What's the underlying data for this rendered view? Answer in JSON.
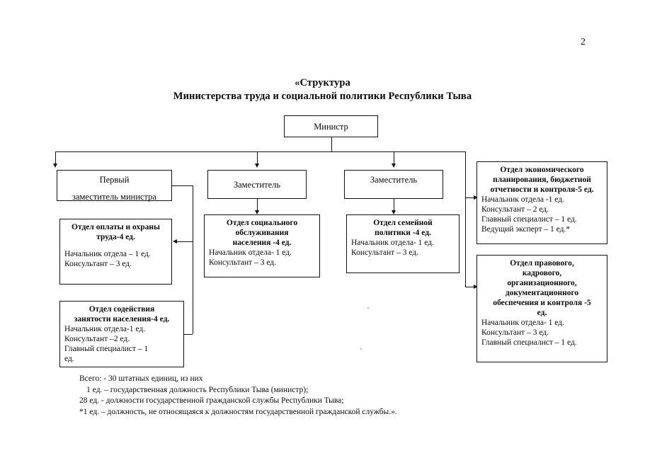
{
  "page": {
    "number": "2"
  },
  "title": {
    "line1": "«Структура",
    "line2": "Министерства труда и социальной политики Республики Тыва"
  },
  "chart_data": {
    "type": "diagram",
    "title": "«Структура Министерства труда и социальной политики Республики Тыва",
    "nodes": [
      {
        "id": "minister",
        "label": "Министр",
        "level": 0
      },
      {
        "id": "first-deputy",
        "label_line1": "Первый",
        "label_line2": "заместитель министра",
        "level": 1
      },
      {
        "id": "deputy-1",
        "label": "Заместитель",
        "level": 1
      },
      {
        "id": "deputy-2",
        "label": "Заместитель",
        "level": 1
      },
      {
        "id": "dept-labour-pay",
        "header_line1": "Отдел оплаты и охраны",
        "header_line2": "труда-4 ед.",
        "staff": [
          "Начальник отдела – 1 ед.",
          "Консультант – 3 ед."
        ],
        "total_units": 4,
        "level": 2
      },
      {
        "id": "dept-employment",
        "header_line1": "Отдел содействия",
        "header_line2": "занятости населения-4 ед.",
        "staff": [
          "Начальник отдела-1 ед.",
          "Консультант –2 ед.",
          "Главный специалист – 1",
          "ед."
        ],
        "total_units": 4,
        "level": 2
      },
      {
        "id": "dept-social-service",
        "header_line1": "Отдел социального",
        "header_line2": "обслуживания",
        "header_line3": "населения -4 ед.",
        "staff": [
          "Начальник отдела- 1 ед.",
          "Консультант – 3 ед."
        ],
        "total_units": 4,
        "level": 2
      },
      {
        "id": "dept-family-policy",
        "header_line1": "Отдел семейной",
        "header_line2": "политики -4 ед.",
        "staff": [
          "Начальник отдела- 1 ед.",
          "Консультант – 3 ед."
        ],
        "total_units": 4,
        "level": 2
      },
      {
        "id": "dept-economic-planning",
        "header_line1": "Отдел экономического",
        "header_line2": "планирования, бюджетной",
        "header_line3": "отчетности и контроля-5 ед.",
        "staff": [
          "Начальник отдела -1 ед.",
          "Консультант – 2 ед.",
          "Главный специалист – 1 ед.",
          "Ведущий эксперт – 1 ед.*"
        ],
        "total_units": 5,
        "level": 2
      },
      {
        "id": "dept-legal-hr",
        "header_line1": "Отдел правового,",
        "header_line2": "кадрового,",
        "header_line3": "организационного,",
        "header_line4": "документационного",
        "header_line5": "обеспечения и контроля -5",
        "header_line6": "ед.",
        "staff": [
          "Начальник отдела- 1 ед.",
          "Консультант – 3 ед.",
          "Главный специалист – 1 ед."
        ],
        "total_units": 5,
        "level": 2
      }
    ],
    "edges": [
      {
        "from": "minister",
        "to": "first-deputy"
      },
      {
        "from": "minister",
        "to": "deputy-1"
      },
      {
        "from": "minister",
        "to": "deputy-2"
      },
      {
        "from": "minister",
        "to": "dept-economic-planning"
      },
      {
        "from": "minister",
        "to": "dept-legal-hr"
      },
      {
        "from": "first-deputy",
        "to": "dept-labour-pay"
      },
      {
        "from": "first-deputy",
        "to": "dept-employment"
      },
      {
        "from": "deputy-1",
        "to": "dept-social-service"
      },
      {
        "from": "deputy-2",
        "to": "dept-family-policy"
      }
    ]
  },
  "boxes": {
    "minister": {
      "label": "Министр"
    },
    "first_deputy": {
      "line1": "Первый",
      "line2": "заместитель министра"
    },
    "deputy_1": {
      "label": "Заместитель"
    },
    "deputy_2": {
      "label": "Заместитель"
    },
    "labour_pay": {
      "h1": "Отдел оплаты и охраны",
      "h2": "труда-4 ед.",
      "s1": "Начальник отдела – 1 ед.",
      "s2": "Консультант – 3 ед."
    },
    "employment": {
      "h1": "Отдел содействия",
      "h2": "занятости населения-4 ед.",
      "s1": "Начальник отдела-1 ед.",
      "s2": "Консультант –2 ед.",
      "s3": "Главный специалист – 1",
      "s4": "ед."
    },
    "social_service": {
      "h1": "Отдел социального",
      "h2": "обслуживания",
      "h3": "населения -4 ед.",
      "s1": "Начальник отдела- 1 ед.",
      "s2": "Консультант – 3 ед."
    },
    "family_policy": {
      "h1": "Отдел семейной",
      "h2": "политики -4 ед.",
      "s1": "Начальник отдела- 1 ед.",
      "s2": "Консультант – 3 ед."
    },
    "economic_planning": {
      "h1": "Отдел экономического",
      "h2": "планирования, бюджетной",
      "h3": "отчетности и контроля-5 ед.",
      "s1": "Начальник отдела -1 ед.",
      "s2": "Консультант – 2 ед.",
      "s3": "Главный специалист – 1 ед.",
      "s4": "Ведущий эксперт – 1 ед.*"
    },
    "legal_hr": {
      "h1": "Отдел правового,",
      "h2": "кадрового,",
      "h3": "организационного,",
      "h4": "документационного",
      "h5": "обеспечения и контроля -5",
      "h6": "ед.",
      "s1": "Начальник отдела- 1 ед.",
      "s2": "Консультант – 3 ед.",
      "s3": "Главный специалист – 1 ед."
    }
  },
  "footnotes": {
    "line1": "Всего: - 30 штатных единиц, из них",
    "line2": "1 ед. – государственная должность Республики Тыва (министр);",
    "line3": "28 ед. -  должности государственной гражданской службы Республики Тыва;",
    "line4": "*1 ед. – должность, не относящаяся к должностям государственной гражданской службы.»."
  }
}
